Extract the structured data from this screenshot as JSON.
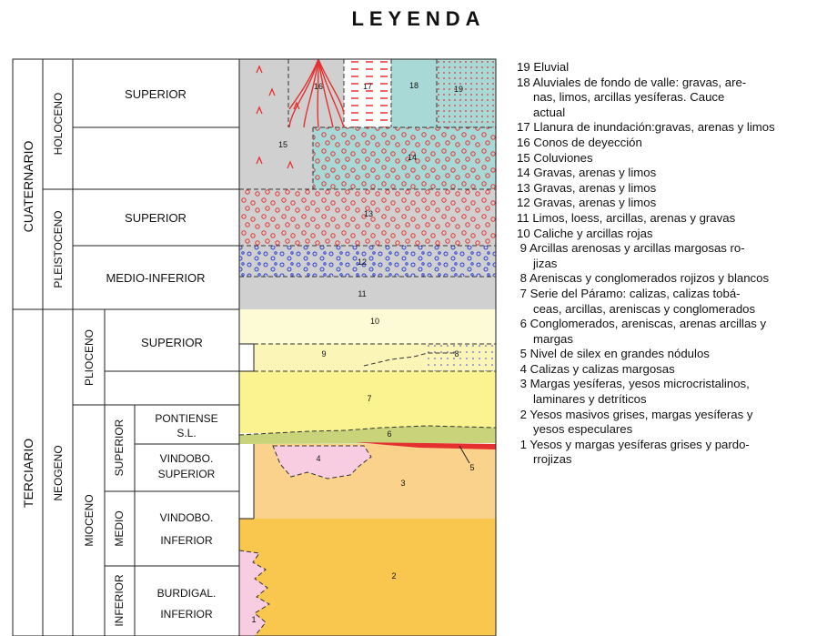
{
  "title": "LEYENDA",
  "strat": {
    "cuaternario": "CUATERNARIO",
    "terciario": "TERCIARIO",
    "holoceno": "HOLOCENO",
    "pleistoceno": "PLEISTOCENO",
    "neogeno": "NEOGENO",
    "plioceno": "PLIOCENO",
    "mioceno": "MIOCENO",
    "mio_superior": "SUPERIOR",
    "mio_medio": "MEDIO",
    "mio_inferior": "INFERIOR",
    "holo_superior": "SUPERIOR",
    "pleist_superior": "SUPERIOR",
    "pleist_medio_inferior": "MEDIO-INFERIOR",
    "plio_superior": "SUPERIOR",
    "pontiense_1": "PONTIENSE",
    "pontiense_2": "S.L.",
    "vindobo_sup_1": "VINDOBO.",
    "vindobo_sup_2": "SUPERIOR",
    "vindobo_inf_1": "VINDOBO.",
    "vindobo_inf_2": "INFERIOR",
    "burdigal_1": "BURDIGAL.",
    "burdigal_2": "INFERIOR"
  },
  "unit_labels": {
    "u1": "1",
    "u2": "2",
    "u3": "3",
    "u4": "4",
    "u5": "5",
    "u6": "6",
    "u7": "7",
    "u8": "8",
    "u9": "9",
    "u10": "10",
    "u11": "11",
    "u12": "12",
    "u13": "13",
    "u14": "14",
    "u15": "15",
    "u16": "16",
    "u17": "17",
    "u18": "18",
    "u19": "19"
  },
  "legend_items": [
    "19 Eluvial",
    "18 Aluviales de fondo de valle: gravas, are-\nnas, limos, arcillas yesíferas. Cauce\nactual",
    "17 Llanura de inundación:gravas, arenas y limos",
    "16 Conos de deyección",
    "15 Coluviones",
    "14 Gravas, arenas y limos",
    "13 Gravas, arenas y limos",
    "12 Gravas, arenas y limos",
    "11 Limos, loess, arcillas, arenas y gravas",
    "10 Caliche y arcillas rojas",
    " 9 Arcillas arenosas y arcillas margosas ro-\njizas",
    " 8 Areniscas y conglomerados rojizos y blancos",
    " 7 Serie del Páramo: calizas, calizas tobá-\nceas, arcillas, areniscas y conglomerados",
    " 6 Conglomerados, areniscas, arenas arcillas y\nmargas",
    " 5 Nivel de silex en grandes nódulos",
    " 4 Calizas y calizas margosas",
    " 3 Margas yesíferas, yesos microcristalinos,\nlaminares y detríticos",
    " 2 Yesos masivos grises, margas yesíferas y\nyesos especulares",
    " 1 Yesos y margas yesíferas grises y pardo-\nrrojizas"
  ],
  "colors": {
    "grey": "#d0d0d0",
    "teal": "#a9d9d6",
    "pale_yellow": "#fcfbd6",
    "yellow": "#fbf38f",
    "orange_tan": "#fbd28b",
    "orange": "#f9c74d",
    "pink": "#f9cde1",
    "olive": "#c9d47a",
    "red": "#e53030",
    "blue": "#2f3fd8"
  }
}
